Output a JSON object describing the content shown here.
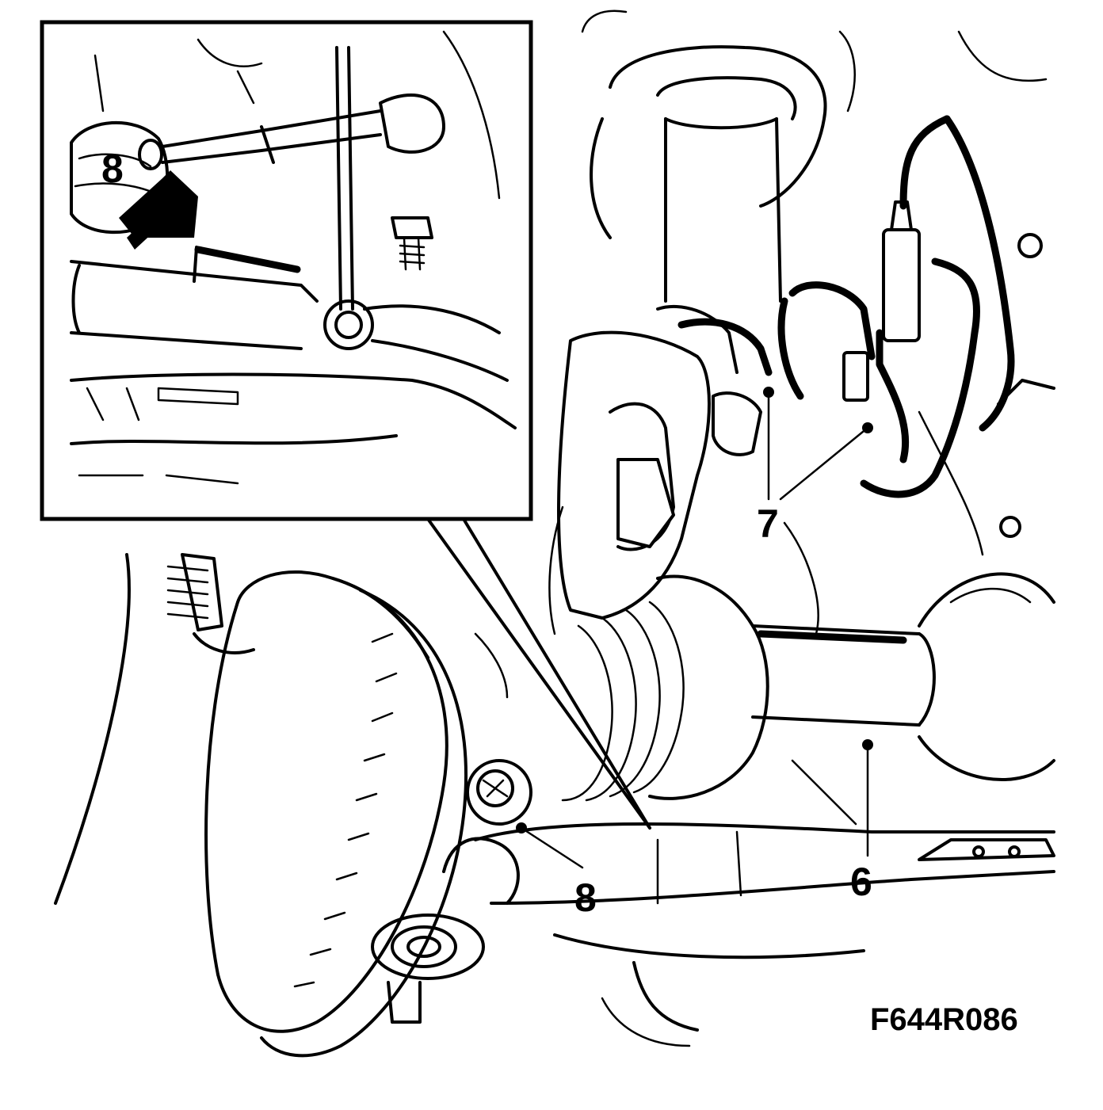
{
  "figure": {
    "code": "F644R086"
  },
  "callouts": {
    "inset_eight": "8",
    "six": "6",
    "seven": "7",
    "eight": "8"
  },
  "colors": {
    "ink": "#000000",
    "paper": "#ffffff"
  }
}
